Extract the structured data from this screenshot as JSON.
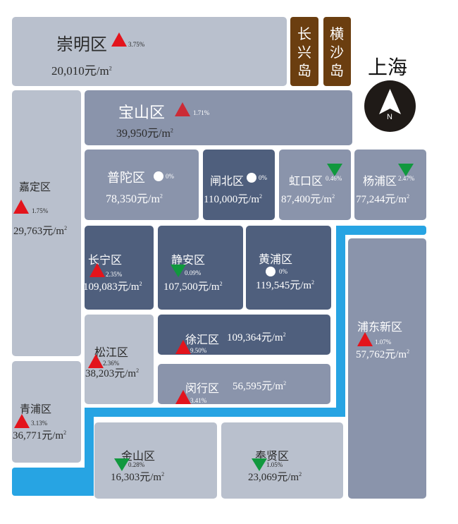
{
  "title": "上海",
  "compass_label": "N",
  "unit": "元/m²",
  "islands": [
    "长兴岛",
    "横沙岛"
  ],
  "colors": {
    "up": "#e3141c",
    "down": "#11983e",
    "river": "#27a4e3",
    "island": "#6b3e10"
  },
  "districts": {
    "chongming": {
      "name": "崇明区",
      "change": "3.75%",
      "direction": "up",
      "price": "20,010元/m"
    },
    "baoshan": {
      "name": "宝山区",
      "change": "1.71%",
      "direction": "up",
      "price": "39,950元/m"
    },
    "putuo": {
      "name": "普陀区",
      "change": "0%",
      "direction": "flat",
      "price": "78,350元/m"
    },
    "zhabei": {
      "name": "闸北区",
      "change": "0%",
      "direction": "flat",
      "price": "110,000元/m"
    },
    "hongkou": {
      "name": "虹口区",
      "change": "0.46%",
      "direction": "down",
      "price": "87,400元/m"
    },
    "yangpu": {
      "name": "杨浦区",
      "change": "2.47%",
      "direction": "down",
      "price": "77,244元/m"
    },
    "jiading": {
      "name": "嘉定区",
      "change": "1.75%",
      "direction": "up",
      "price": "29,763元/m"
    },
    "changning": {
      "name": "长宁区",
      "change": "2.35%",
      "direction": "up",
      "price": "109,083元/m"
    },
    "jingan": {
      "name": "静安区",
      "change": "0.09%",
      "direction": "down",
      "price": "107,500元/m"
    },
    "huangpu": {
      "name": "黄浦区",
      "change": "0%",
      "direction": "flat",
      "price": "119,545元/m"
    },
    "xuhui": {
      "name": "徐汇区",
      "change": "9.50%",
      "direction": "up",
      "price": "109,364元/m"
    },
    "songjiang": {
      "name": "松江区",
      "change": "2.36%",
      "direction": "up",
      "price": "38,203元/m"
    },
    "minhang": {
      "name": "闵行区",
      "change": "3.41%",
      "direction": "up",
      "price": "56,595元/m"
    },
    "qingpu": {
      "name": "青浦区",
      "change": "3.13%",
      "direction": "up",
      "price": "36,771元/m"
    },
    "pudong": {
      "name": "浦东新区",
      "change": "1.07%",
      "direction": "up",
      "price": "57,762元/m"
    },
    "jinshan": {
      "name": "金山区",
      "change": "0.28%",
      "direction": "down",
      "price": "16,303元/m"
    },
    "fengxian": {
      "name": "奉贤区",
      "change": "1.05%",
      "direction": "down",
      "price": "23,069元/m"
    }
  },
  "sq": "2"
}
